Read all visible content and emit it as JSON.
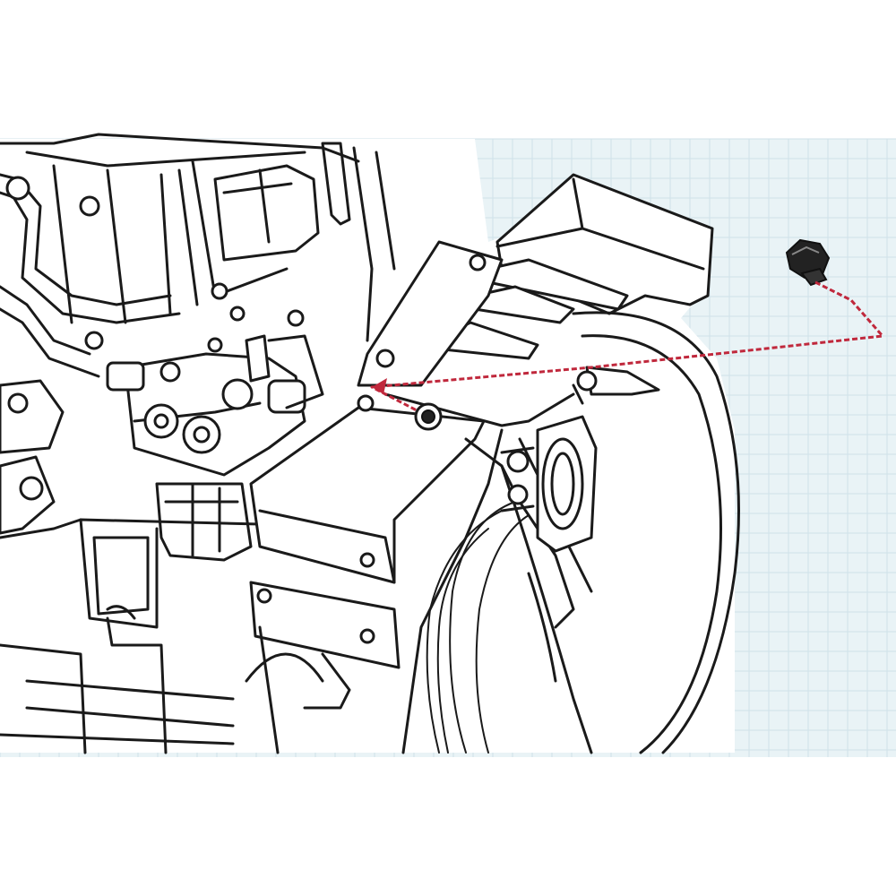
{
  "diagram": {
    "kind": "exploded-parts-illustration",
    "subject": "engine-block-with-flywheel-housing",
    "colors": {
      "paper": "#ffffff",
      "grid_paper": "#e9f3f6",
      "grid_line": "#cfe1e8",
      "ink": "#1a1a1a",
      "leader": "#c0283c"
    },
    "parts": [
      {
        "id": "plug",
        "icon": "hex-plug-icon"
      },
      {
        "id": "mount-hole",
        "icon": "threaded-hole-icon"
      }
    ]
  }
}
